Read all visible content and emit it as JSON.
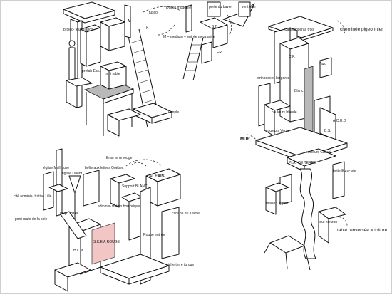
{
  "panels": {
    "top_left": {
      "labels": {
        "dublin": "Dublin moderne",
        "porte_bavier": "porte du bavier",
        "vent_clair": "vent clair",
        "projecteur": "projec- teur diapos",
        "m_letter": "M",
        "m_legend": "M = medium = entrée mezzanine",
        "prefab": "prefab Ess.",
        "mini_table": "mini table",
        "temple": "Temple",
        "fusco": "fusco",
        "sd": "S.D.",
        "k": "K",
        "er": "ER"
      }
    },
    "top_right": {
      "labels": {
        "caravan": "Caravanséraïl trois",
        "cheminee": "cheminée pigeonnier",
        "cp": "C.P.",
        "yazd": "Yazd",
        "orthodoxes": "orthodoxes bulgares",
        "blanc": "Blanc",
        "couleurs_irlande": "couleurs Irlande",
        "acud": "A.C.U.D",
        "couleurs_vente": "couleurs Vente",
        "couleurs_cassel": "couleurs Cassel",
        "bs": "B.S.",
        "mur": "MUR",
        "plat_terre": "PLAT DE TERRE",
        "boite_eurasie": "boite Eura- sie",
        "maison_japon": "maison Japon",
        "tout_horizon": "tout horizon",
        "table_renversee": "table renversée = toiture"
      }
    },
    "bottom_left": {
      "labels": {
        "eglise": "église Mulhouse",
        "eglise_orient": "église Orient",
        "boite_lettres": "boîte aux lettres Québec",
        "terre_rouge": "Eran terre rouge",
        "alexis": "ALEXIS",
        "cite": "cité adminis- trative Lille",
        "pont_route": "pont route de la soie",
        "tokyo": "Tokyo tower",
        "admin_bon_brique": "adminis- tration bon brique",
        "support_blanc": "Support BLANC",
        "hlm": "H.L.M",
        "skea": "S.K.E.A ROUGE",
        "rouge_entree": "Rouge entrée",
        "niche_terre": "niche terre turque",
        "cabane": "cabane du Kevnel"
      }
    }
  },
  "colors": {
    "ink": "#111111",
    "gray_fill": "#b9b9b9",
    "pink_fill": "#f3c6c6"
  }
}
